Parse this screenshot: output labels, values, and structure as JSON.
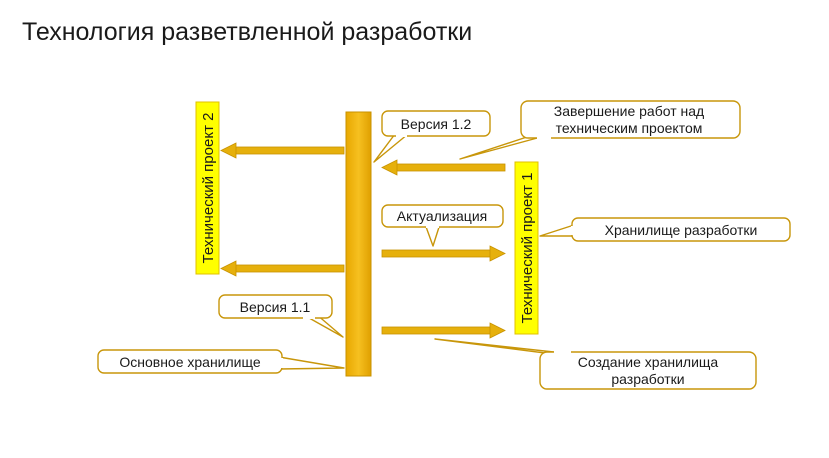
{
  "title": "Технология разветвленной разработки",
  "labels": {
    "project2": "Технический проект 2",
    "project1": "Технический проект 1",
    "version12": "Версия 1.2",
    "version11": "Версия 1.1",
    "actualization": "Актуализация",
    "completion_line1": "Завершение работ над",
    "completion_line2": "техническим проектом",
    "dev_storage": "Хранилище разработки",
    "main_storage": "Основное хранилище",
    "create_line1": "Создание хранилища",
    "create_line2": "разработки"
  },
  "colors": {
    "bar_fill": "#f0b40a",
    "bar_stroke": "#c89200",
    "project_fill": "#ffff00",
    "callout_border": "#c8960a",
    "arrow_fill": "#e6b00c"
  }
}
